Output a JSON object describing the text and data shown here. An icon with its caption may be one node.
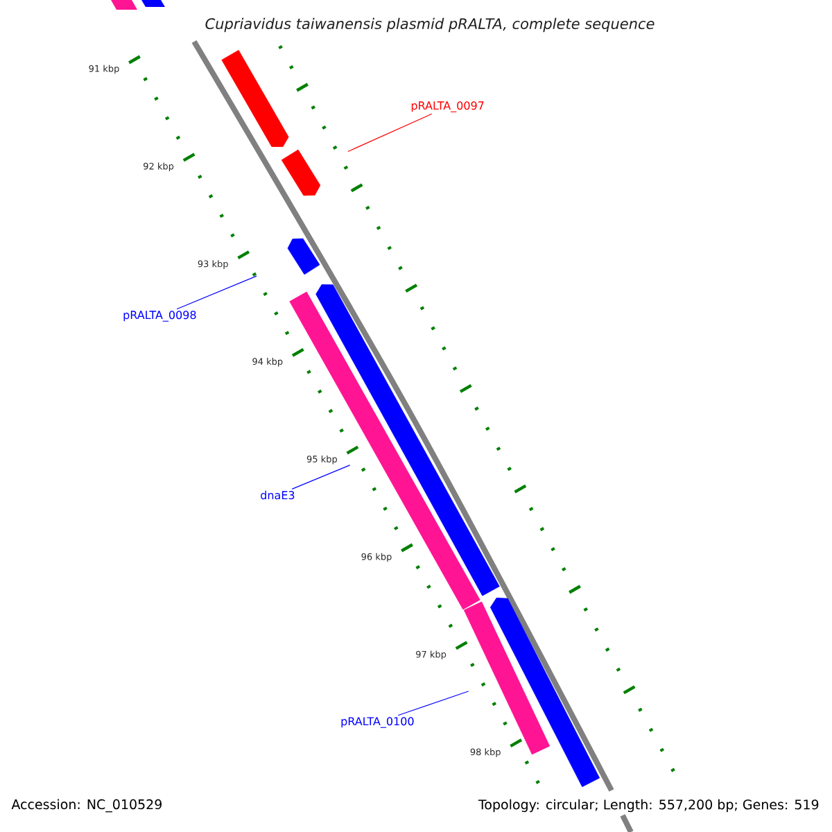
{
  "diagram": {
    "title": "Cupriavidus taiwanensis plasmid pRALTA, complete sequence",
    "nodes": [
      {
        "text": [
          "pRALTA_0097"
        ]
      },
      {
        "text": [],
        "shape": "bar"
      },
      {
        "text": [],
        "shape": "bar"
      },
      {
        "text": [],
        "shape": "bar"
      },
      {
        "text": [
          "pRALTA_0098"
        ]
      },
      {
        "text": [],
        "shape": "bar"
      },
      {
        "text": [],
        "shape": "bar"
      },
      {
        "text": [
          "dnaE3"
        ]
      },
      {
        "text": [],
        "shape": "bar"
      },
      {
        "text": [],
        "shape": "bar"
      },
      {
        "text": [
          "pRALTA_0100"
        ]
      }
    ],
    "edges": [
      {
        "from": 0,
        "to": 2,
        "arrow": "none",
        "color": "#ff0000"
      },
      {
        "from": 4,
        "to": 3,
        "arrow": "none"
      },
      {
        "from": 7,
        "to": 5,
        "arrow": "none"
      },
      {
        "from": 10,
        "to": 8,
        "arrow": "none"
      }
    ],
    "labels": [
      "91 kbp",
      "92 kbp",
      "93 kbp",
      "94 kbp",
      "95 kbp",
      "96 kbp",
      "97 kbp",
      "98 kbp",
      "Accession: NC_010529",
      "Topology: circular; Length: 557,200 bp; Genes: 519"
    ]
  }
}
